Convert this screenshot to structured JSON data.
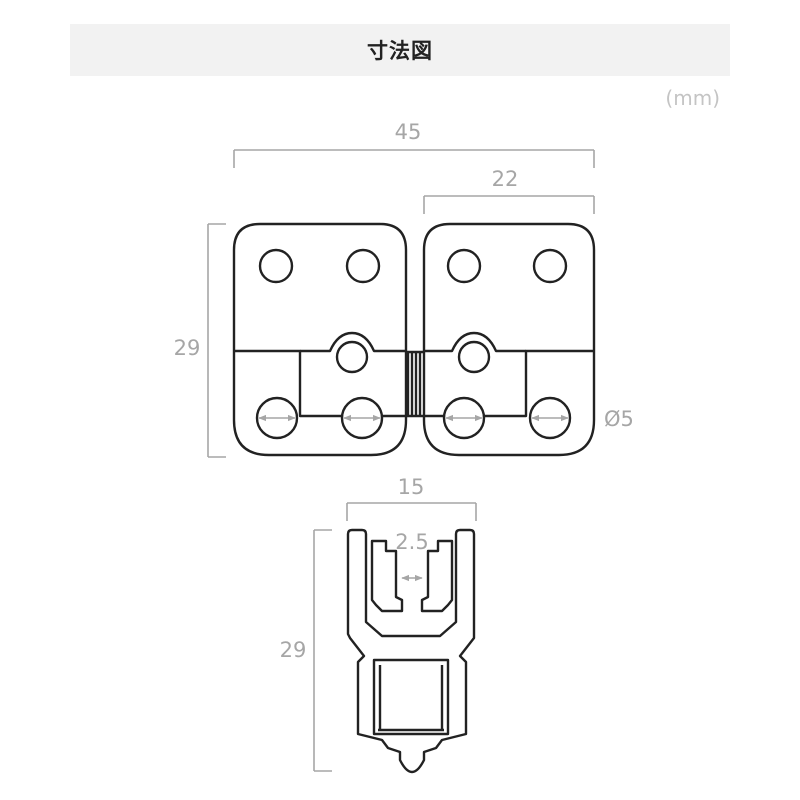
{
  "header": {
    "title": "寸法図"
  },
  "unit": "(mm)",
  "front_view": {
    "total_width": "45",
    "leaf_width": "22",
    "height": "29",
    "hole_diameter": "Ø5"
  },
  "side_view": {
    "width": "15",
    "inner_gap": "2.5",
    "height": "29"
  },
  "colors": {
    "outline": "#222222",
    "dimension": "#a6a6a6",
    "title_bg": "#f2f2f2"
  }
}
